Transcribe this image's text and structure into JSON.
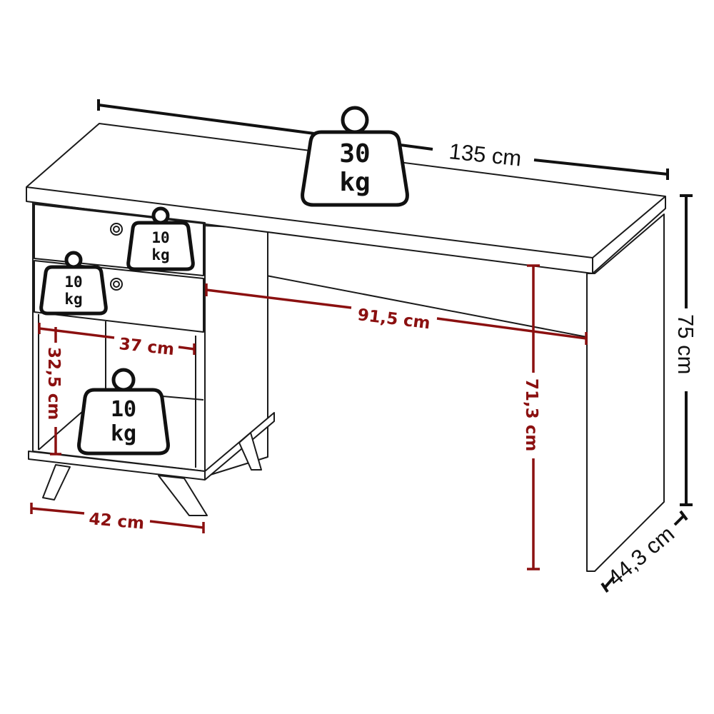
{
  "dimensions": {
    "width": "135 cm",
    "height": "75 cm",
    "depth": "44,3 cm",
    "knee_width": "91,5 cm",
    "knee_height": "71,3 cm",
    "cabinet_inner_width": "37 cm",
    "cabinet_inner_height": "32,5 cm",
    "cabinet_width": "42 cm"
  },
  "load_labels": {
    "top": {
      "value": "30",
      "unit": "kg"
    },
    "drawer_upper": {
      "value": "10",
      "unit": "kg"
    },
    "drawer_lower": {
      "value": "10",
      "unit": "kg"
    },
    "shelf": {
      "value": "10",
      "unit": "kg"
    }
  },
  "colors": {
    "outline": "#1a1a1a",
    "dimension_black": "#111111",
    "dimension_red": "#8b1010"
  },
  "icons": [
    "weight-icon",
    "drawer-knob-icon"
  ]
}
